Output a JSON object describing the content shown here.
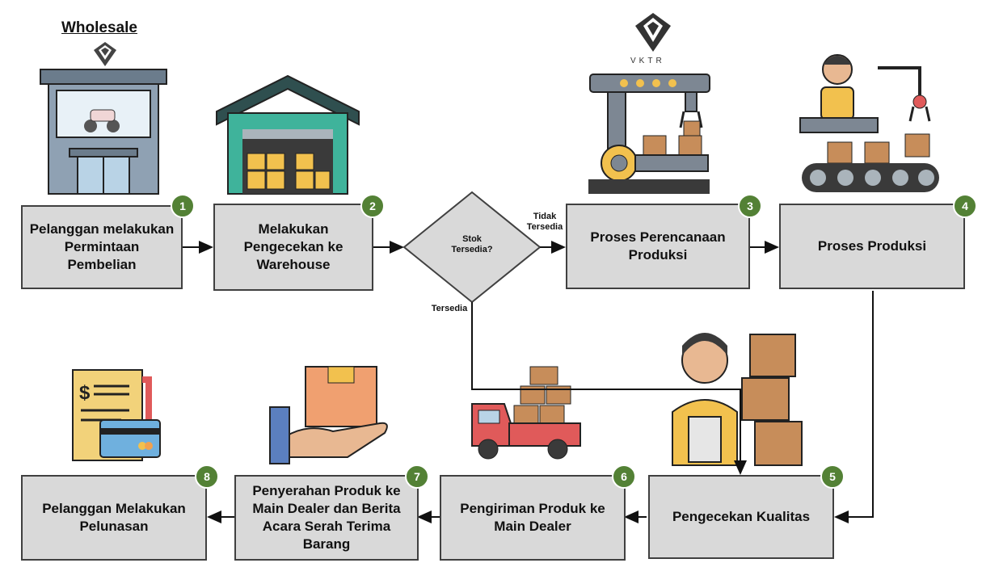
{
  "title": "Wholesale",
  "brand": "VKTR",
  "decision": {
    "label": "Stok Tersedia?",
    "no_label": "Tidak Tersedia",
    "yes_label": "Tersedia"
  },
  "steps": [
    {
      "num": "1",
      "label": "Pelanggan melakukan Permintaan Pembelian"
    },
    {
      "num": "2",
      "label": "Melakukan Pengecekan ke Warehouse"
    },
    {
      "num": "3",
      "label": "Proses Perencanaan Produksi"
    },
    {
      "num": "4",
      "label": "Proses Produksi"
    },
    {
      "num": "5",
      "label": "Pengecekan Kualitas"
    },
    {
      "num": "6",
      "label": "Pengiriman Produk ke Main Dealer"
    },
    {
      "num": "7",
      "label": "Penyerahan Produk ke Main Dealer dan Berita Acara Serah Terima Barang"
    },
    {
      "num": "8",
      "label": "Pelanggan Melakukan Pelunasan"
    }
  ],
  "colors": {
    "box_fill": "#d9d9d9",
    "box_border": "#404040",
    "badge": "#538135"
  },
  "icons": [
    "store-icon",
    "warehouse-icon",
    "robot-arm-icon",
    "production-line-icon",
    "inspector-icon",
    "delivery-truck-icon",
    "hand-package-icon",
    "invoice-card-icon",
    "vktr-logo-icon"
  ]
}
